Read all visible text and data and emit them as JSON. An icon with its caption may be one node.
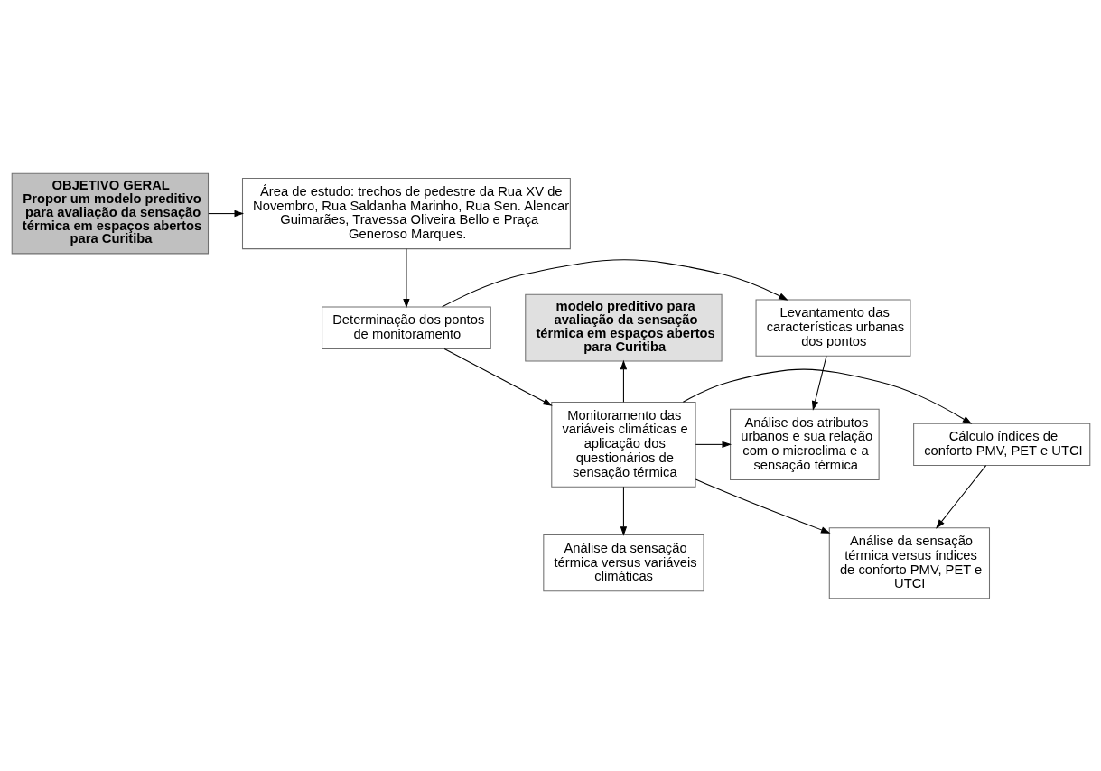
{
  "diagram": {
    "nodes": [
      {
        "text": [
          "OBJETIVO GERAL",
          "Propor um modelo preditivo para avaliação da sensação térmica em espaços abertos para Curitiba"
        ]
      },
      {
        "text": [
          "Área de estudo: trechos de pedestre da Rua XV de Novembro, Rua Saldanha Marinho, Rua Sen. Alencar Guimarães, Travessa Oliveira Bello e Praça Generoso Marques."
        ]
      },
      {
        "text": [
          "modelo preditivo para avaliação da sensação térmica em espaços abertos para Curitiba"
        ]
      },
      {
        "text": [
          "Determinação dos pontos de monitoramento"
        ]
      },
      {
        "text": [
          "Levantamento das características urbanas dos pontos"
        ]
      },
      {
        "text": [
          "Cálculo índices de conforto PMV, PET e UTCI"
        ]
      },
      {
        "text": [
          "Monitoramento das variáveis climáticas e aplicação dos questionários de sensação térmica"
        ]
      },
      {
        "text": [
          "Análise dos atributos urbanos e sua relação com o microclima e a sensação térmica"
        ]
      },
      {
        "text": [
          "Análise da sensação térmica versus índices de conforto PMV, PET e UTCI"
        ]
      },
      {
        "text": [
          "Análise da sensação térmica versus variáveis climáticas"
        ]
      }
    ],
    "edges": [
      {
        "from": 0,
        "to": 1,
        "arrow": "to"
      },
      {
        "from": 1,
        "to": 3,
        "arrow": "to"
      },
      {
        "from": 3,
        "to": 4,
        "arrow": "to"
      },
      {
        "from": 3,
        "to": 6,
        "arrow": "to"
      },
      {
        "from": 4,
        "to": 7,
        "arrow": "to"
      },
      {
        "from": 6,
        "to": 5,
        "arrow": "to"
      },
      {
        "from": 6,
        "to": 7,
        "arrow": "to"
      },
      {
        "from": 5,
        "to": 8,
        "arrow": "to"
      },
      {
        "from": 6,
        "to": 8,
        "arrow": "to"
      },
      {
        "from": 6,
        "to": 9,
        "arrow": "to"
      },
      {
        "from": 6,
        "to": 2,
        "arrow": "to"
      }
    ]
  }
}
